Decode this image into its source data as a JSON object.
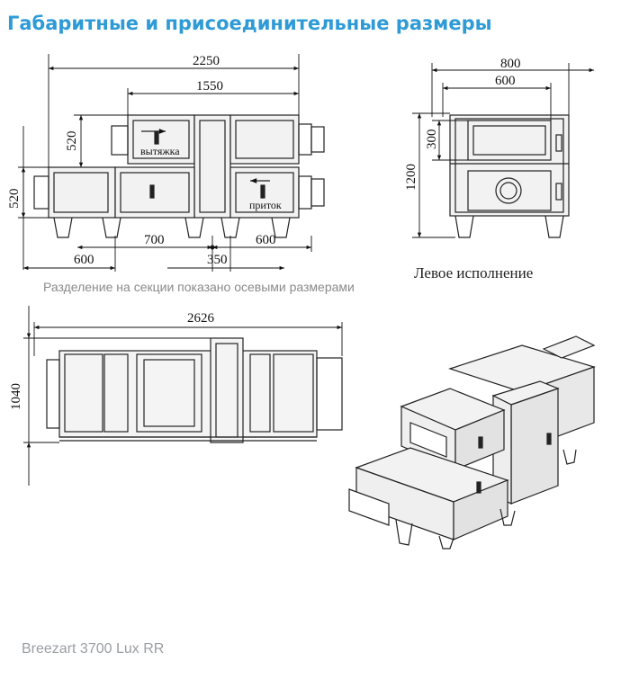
{
  "title": "Габаритные и присоединительные размеры",
  "caption": "Разделение на секции показано осевыми размерами",
  "variant_label": "Левое исполнение",
  "model_name": "Breezart 3700 Lux RR",
  "front_view": {
    "overall_width": "2250",
    "inner_width": "1550",
    "upper_height": "520",
    "lower_height": "520",
    "section_left": "600",
    "section_middle": "700",
    "section_center": "350",
    "section_right": "600",
    "label_exhaust": "вытяжка",
    "label_supply": "приток"
  },
  "side_view": {
    "overall_width": "800",
    "inner_width": "600",
    "height": "1200",
    "opening_height": "300"
  },
  "top_view": {
    "length": "2626",
    "width": "1040"
  }
}
